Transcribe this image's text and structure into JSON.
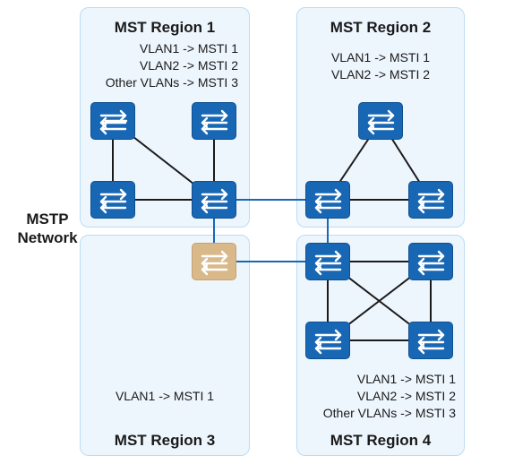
{
  "network_label": [
    "MSTP",
    "Network"
  ],
  "regions": [
    {
      "title": "MST Region 1",
      "mappings": [
        "VLAN1 -> MSTI 1",
        "VLAN2 -> MSTI 2",
        "Other VLANs -> MSTI 3"
      ]
    },
    {
      "title": "MST Region 2",
      "mappings": [
        "VLAN1 -> MSTI 1",
        "VLAN2 -> MSTI 2"
      ]
    },
    {
      "title": "MST Region 3",
      "mappings": [
        "VLAN1 -> MSTI 1"
      ]
    },
    {
      "title": "MST Region 4",
      "mappings": [
        "VLAN1 -> MSTI 1",
        "VLAN2 -> MSTI 2",
        "Other VLANs -> MSTI 3"
      ]
    }
  ],
  "colors": {
    "switch": "#1867b5",
    "boundary_switch": "#d9b98a",
    "region_fill": "#eef6fd",
    "region_border": "#b9ddf3",
    "link_internal": "#1a1a1a",
    "link_inter_region": "#1867b5"
  },
  "icons": {
    "switch": "switch-icon"
  }
}
